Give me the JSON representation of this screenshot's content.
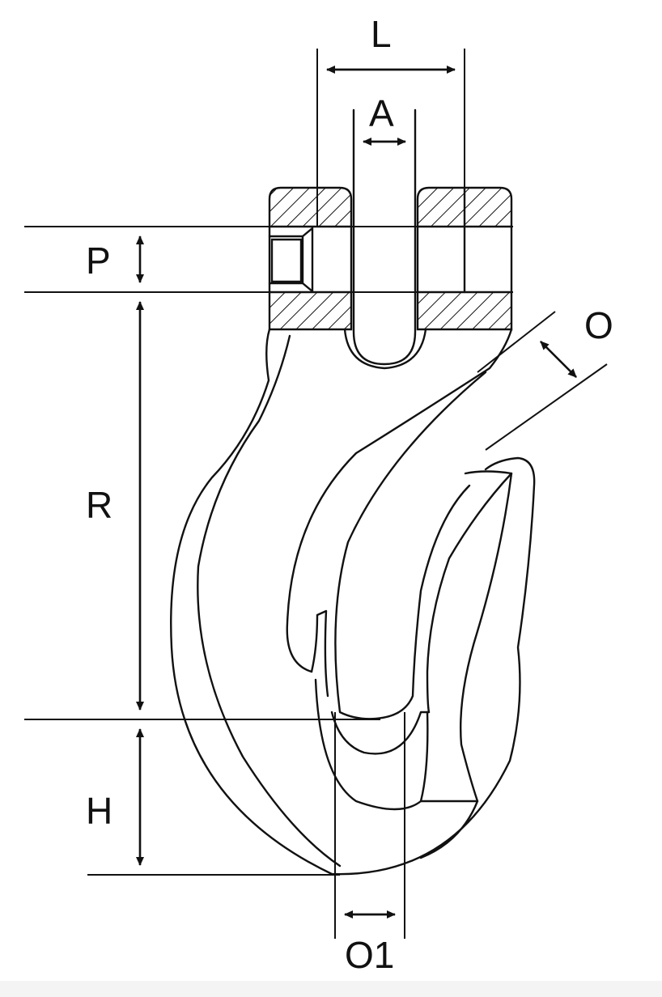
{
  "diagram": {
    "dimension_labels": {
      "L": "L",
      "A": "A",
      "P": "P",
      "O": "O",
      "R": "R",
      "H": "H",
      "O1": "O1"
    }
  }
}
